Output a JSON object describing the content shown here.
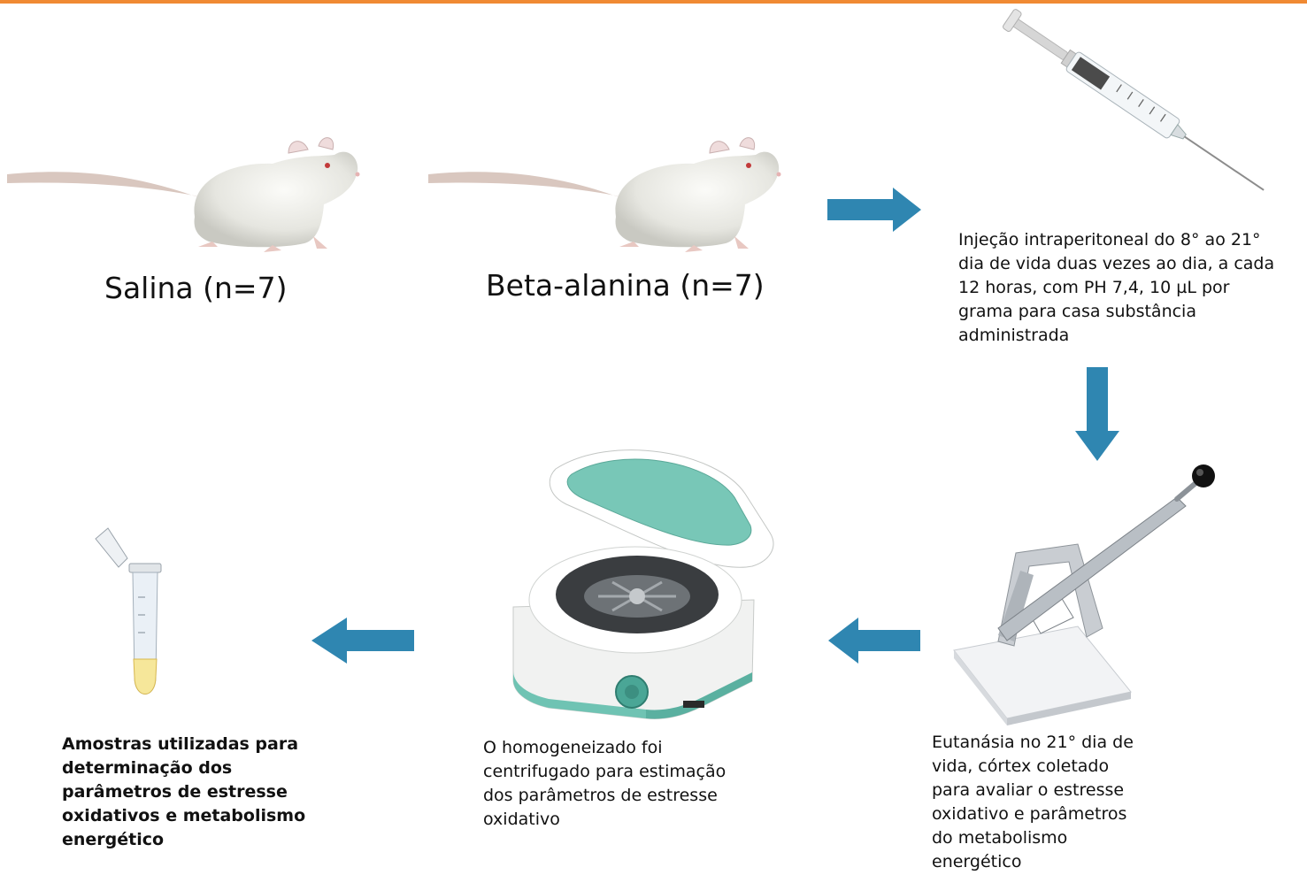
{
  "colors": {
    "top_bar": "#f08a33",
    "arrow": "#2f86b1",
    "centrifuge_accent": "#6fc3b3"
  },
  "groups": [
    {
      "label": "Salina (n=7)",
      "icon": "rat-icon"
    },
    {
      "label": "Beta-alanina (n=7)",
      "icon": "rat-icon"
    }
  ],
  "steps": {
    "injection": {
      "icon": "syringe-icon",
      "lines": [
        "Injeção intraperitoneal do 8° ao 21°",
        "dia de vida duas vezes ao dia, a cada",
        "12 horas, com PH 7,4, 10 µL por",
        "grama para casa substância",
        "administrada"
      ]
    },
    "euthanasia": {
      "icon": "guillotine-icon",
      "lines": [
        "Eutanásia no 21° dia de",
        "vida, córtex coletado",
        "para avaliar o estresse",
        "oxidativo e parâmetros",
        "do metabolismo",
        "energético"
      ]
    },
    "centrifuge": {
      "icon": "centrifuge-icon",
      "lines": [
        "O homogeneizado foi",
        "centrifugado para estimação",
        "dos parâmetros de estresse",
        "oxidativo"
      ]
    },
    "samples": {
      "icon": "sample-tube-icon",
      "lines": [
        "Amostras utilizadas para",
        "determinação dos",
        "parâmetros de estresse",
        "oxidativos e metabolismo",
        "energético"
      ]
    }
  },
  "arrows": [
    "right",
    "down",
    "left",
    "left"
  ]
}
